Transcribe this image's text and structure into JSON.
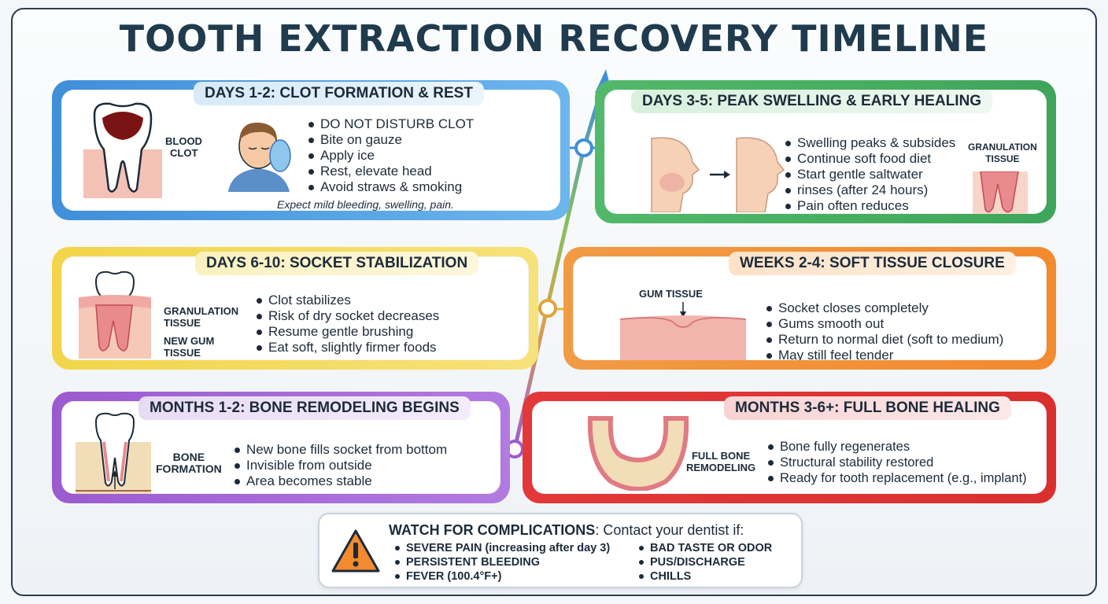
{
  "title": "TOOTH EXTRACTION RECOVERY TIMELINE",
  "colors": {
    "stage1": "#3f8fd9",
    "stage2": "#3ea55a",
    "stage3": "#f2d54a",
    "stage4": "#f28a2e",
    "stage5": "#9b5bd0",
    "stage6": "#d9302f",
    "warning": "#f28a2e"
  },
  "stages": [
    {
      "heading": "DAYS 1-2: CLOT FORMATION & REST",
      "labels": [
        "BLOOD",
        "CLOT"
      ],
      "items": [
        "DO NOT DISTURB CLOT",
        "Bite on gauze",
        "Apply ice",
        "Rest, elevate head",
        "Avoid straws & smoking"
      ],
      "note": "Expect mild bleeding, swelling, pain."
    },
    {
      "heading": "DAYS 3-5: PEAK SWELLING & EARLY HEALING",
      "labels": [
        "GRANULATION",
        "TISSUE"
      ],
      "items": [
        "Swelling peaks & subsides",
        "Continue soft food diet",
        "Start gentle saltwater",
        "rinses (after 24 hours)",
        "Pain often reduces"
      ]
    },
    {
      "heading": "DAYS 6-10: SOCKET STABILIZATION",
      "labels": [
        "GRANULATION",
        "TISSUE",
        "NEW GUM",
        "TISSUE"
      ],
      "items": [
        "Clot stabilizes",
        "Risk of dry socket decreases",
        "Resume gentle brushing",
        "Eat soft, slightly firmer foods"
      ]
    },
    {
      "heading": "WEEKS 2-4: SOFT TISSUE CLOSURE",
      "labels": [
        "GUM TISSUE"
      ],
      "items": [
        "Socket closes completely",
        "Gums smooth out",
        "Return to normal diet (soft to medium)",
        "May still feel tender"
      ]
    },
    {
      "heading": "MONTHS 1-2: BONE REMODELING BEGINS",
      "labels": [
        "BONE",
        "FORMATION"
      ],
      "items": [
        "New bone fills socket from bottom",
        "Invisible from outside",
        "Area becomes stable"
      ]
    },
    {
      "heading": "MONTHS 3-6+: FULL BONE HEALING",
      "labels": [
        "FULL BONE",
        "REMODELING"
      ],
      "items": [
        "Bone fully regenerates",
        "Structural stability restored",
        "Ready for tooth replacement (e.g., implant)"
      ]
    }
  ],
  "warning": {
    "title_bold": "WATCH FOR COMPLICATIONS",
    "title_rest": ": Contact your dentist if:",
    "left_items": [
      "SEVERE PAIN (increasing after day 3)",
      "PERSISTENT BLEEDING",
      "FEVER (100.4°F+)"
    ],
    "right_items": [
      "BAD TASTE OR ODOR",
      "PUS/DISCHARGE",
      "CHILLS"
    ]
  }
}
